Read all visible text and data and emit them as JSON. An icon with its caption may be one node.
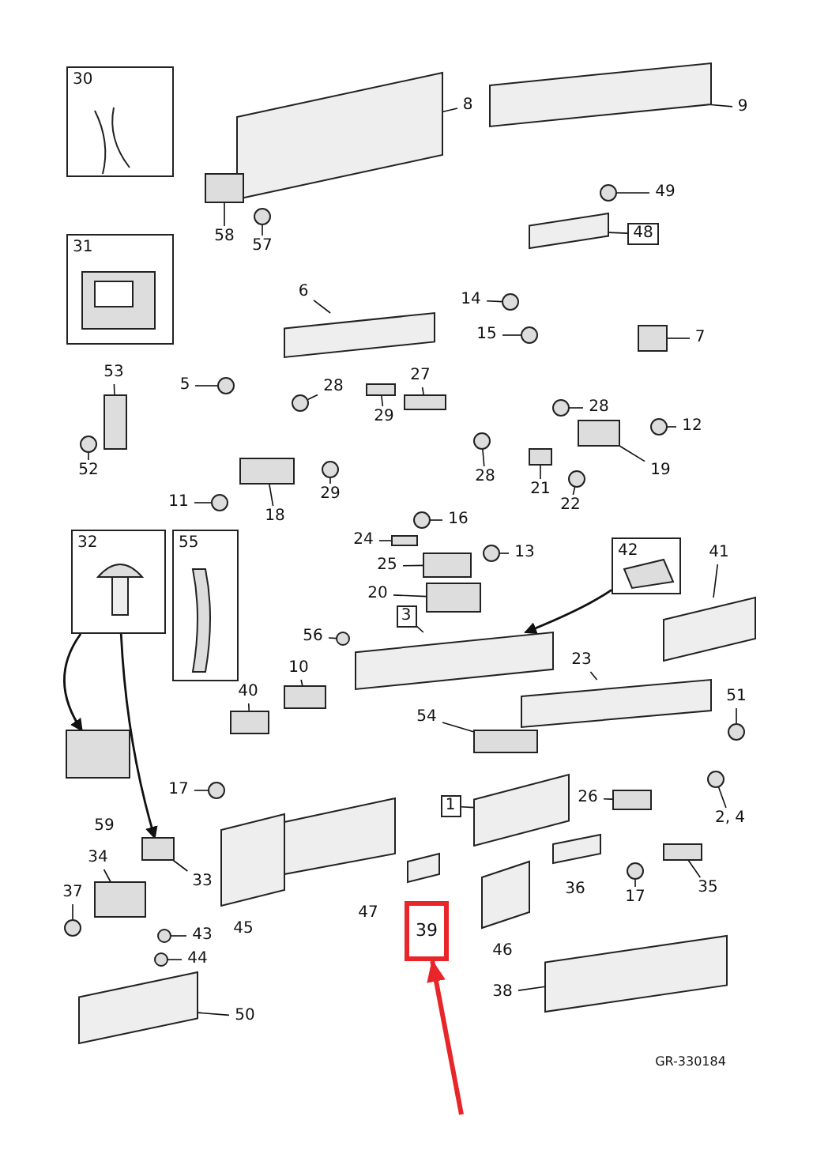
{
  "diagram": {
    "nodes": [
      {
        "text": [
          "30"
        ]
      },
      {
        "text": [
          "8"
        ]
      },
      {
        "text": [
          "9"
        ]
      },
      {
        "text": [
          "31"
        ]
      },
      {
        "text": [
          "58"
        ]
      },
      {
        "text": [
          "57"
        ]
      },
      {
        "text": [
          "49"
        ]
      },
      {
        "text": [
          "48"
        ]
      },
      {
        "text": [
          "6"
        ]
      },
      {
        "text": [
          "14"
        ]
      },
      {
        "text": [
          "15"
        ]
      },
      {
        "text": [
          "7"
        ]
      },
      {
        "text": [
          "5"
        ]
      },
      {
        "text": [
          "28"
        ]
      },
      {
        "text": [
          "27"
        ]
      },
      {
        "text": [
          "53"
        ]
      },
      {
        "text": [
          "28"
        ]
      },
      {
        "text": [
          "29"
        ]
      },
      {
        "text": [
          "12"
        ]
      },
      {
        "text": [
          "52"
        ]
      },
      {
        "text": [
          "28"
        ]
      },
      {
        "text": [
          "21"
        ]
      },
      {
        "text": [
          "22"
        ]
      },
      {
        "text": [
          "19"
        ]
      },
      {
        "text": [
          "11"
        ]
      },
      {
        "text": [
          "18"
        ]
      },
      {
        "text": [
          "29"
        ]
      },
      {
        "text": [
          "32"
        ]
      },
      {
        "text": [
          "55"
        ]
      },
      {
        "text": [
          "16"
        ]
      },
      {
        "text": [
          "24"
        ]
      },
      {
        "text": [
          "13"
        ]
      },
      {
        "text": [
          "42"
        ]
      },
      {
        "text": [
          "41"
        ]
      },
      {
        "text": [
          "25"
        ]
      },
      {
        "text": [
          "20"
        ]
      },
      {
        "text": [
          "3"
        ]
      },
      {
        "text": [
          "56"
        ]
      },
      {
        "text": [
          "10"
        ]
      },
      {
        "text": [
          "23"
        ]
      },
      {
        "text": [
          "40"
        ]
      },
      {
        "text": [
          "54"
        ]
      },
      {
        "text": [
          "51"
        ]
      },
      {
        "text": [
          "17"
        ]
      },
      {
        "text": [
          "1"
        ]
      },
      {
        "text": [
          "26"
        ]
      },
      {
        "text": [
          "2, 4"
        ]
      },
      {
        "text": [
          "34"
        ]
      },
      {
        "text": [
          "33"
        ]
      },
      {
        "text": [
          "37"
        ]
      },
      {
        "text": [
          "43"
        ]
      },
      {
        "text": [
          "44"
        ]
      },
      {
        "text": [
          "17"
        ]
      },
      {
        "text": [
          "35"
        ]
      },
      {
        "text": [
          "39"
        ]
      },
      {
        "text": [
          "50"
        ]
      },
      {
        "text": [
          "38"
        ]
      },
      {
        "text": [],
        "shape": "parallelogram"
      },
      {
        "text": [],
        "shape": "parallelogram"
      },
      {
        "text": [],
        "shape": "box"
      },
      {
        "text": [],
        "shape": "circle"
      },
      {
        "text": [],
        "shape": "circle"
      },
      {
        "text": [],
        "shape": "parallelogram"
      },
      {
        "text": [],
        "shape": "parallelogram"
      },
      {
        "text": [],
        "shape": "circle"
      },
      {
        "text": [],
        "shape": "circle"
      },
      {
        "text": [],
        "shape": "box"
      },
      {
        "text": [],
        "shape": "circle"
      },
      {
        "text": [],
        "shape": "circle"
      },
      {
        "text": [],
        "shape": "box"
      },
      {
        "text": [],
        "shape": "box"
      },
      {
        "text": [],
        "shape": "circle"
      },
      {
        "text": [],
        "shape": "box"
      },
      {
        "text": [],
        "shape": "circle"
      },
      {
        "text": [],
        "shape": "circle"
      },
      {
        "text": [],
        "shape": "circle"
      },
      {
        "text": [],
        "shape": "box"
      },
      {
        "text": [],
        "shape": "circle"
      },
      {
        "text": [],
        "shape": "box"
      },
      {
        "text": [],
        "shape": "circle"
      },
      {
        "text": [],
        "shape": "box"
      },
      {
        "text": [],
        "shape": "circle"
      },
      {
        "text": [],
        "shape": "circle"
      },
      {
        "text": [],
        "shape": "box"
      },
      {
        "text": [],
        "shape": "circle"
      },
      {
        "text": [],
        "shape": "parallelogram"
      },
      {
        "text": [],
        "shape": "box"
      },
      {
        "text": [],
        "shape": "box"
      },
      {
        "text": [],
        "shape": "parallelogram"
      },
      {
        "text": [],
        "shape": "circle"
      },
      {
        "text": [],
        "shape": "box"
      },
      {
        "text": [],
        "shape": "parallelogram"
      },
      {
        "text": [],
        "shape": "box"
      },
      {
        "text": [],
        "shape": "box"
      },
      {
        "text": [],
        "shape": "circle"
      },
      {
        "text": [],
        "shape": "circle"
      },
      {
        "text": [],
        "shape": "parallelogram"
      },
      {
        "text": [],
        "shape": "box"
      },
      {
        "text": [],
        "shape": "circle"
      },
      {
        "text": [],
        "shape": "box"
      },
      {
        "text": [],
        "shape": "box"
      },
      {
        "text": [],
        "shape": "circle"
      },
      {
        "text": [],
        "shape": "circle"
      },
      {
        "text": [],
        "shape": "circle"
      },
      {
        "text": [],
        "shape": "circle"
      },
      {
        "text": [],
        "shape": "box"
      },
      {
        "text": [],
        "shape": "parallelogram"
      },
      {
        "text": [],
        "shape": "parallelogram"
      },
      {
        "text": [],
        "shape": "box"
      }
    ],
    "edges": [
      {
        "from": 1,
        "to": 57,
        "arrow": "none"
      },
      {
        "from": 2,
        "to": 58,
        "arrow": "none"
      },
      {
        "from": 4,
        "to": 59,
        "arrow": "none"
      },
      {
        "from": 5,
        "to": 60,
        "arrow": "none"
      },
      {
        "from": 6,
        "to": 61,
        "arrow": "none"
      },
      {
        "from": 7,
        "to": 62,
        "arrow": "none"
      },
      {
        "from": 8,
        "to": 63,
        "arrow": "none"
      },
      {
        "from": 9,
        "to": 64,
        "arrow": "none"
      },
      {
        "from": 10,
        "to": 65,
        "arrow": "none"
      },
      {
        "from": 11,
        "to": 66,
        "arrow": "none"
      },
      {
        "from": 12,
        "to": 67,
        "arrow": "none"
      },
      {
        "from": 13,
        "to": 68,
        "arrow": "none"
      },
      {
        "from": 14,
        "to": 69,
        "arrow": "none"
      },
      {
        "from": 15,
        "to": 70,
        "arrow": "none"
      },
      {
        "from": 16,
        "to": 71,
        "arrow": "none"
      },
      {
        "from": 17,
        "to": 72,
        "arrow": "none"
      },
      {
        "from": 18,
        "to": 73,
        "arrow": "none"
      },
      {
        "from": 19,
        "to": 74,
        "arrow": "none"
      },
      {
        "from": 20,
        "to": 75,
        "arrow": "none"
      },
      {
        "from": 21,
        "to": 76,
        "arrow": "none"
      },
      {
        "from": 22,
        "to": 77,
        "arrow": "none"
      },
      {
        "from": 23,
        "to": 78,
        "arrow": "none"
      },
      {
        "from": 24,
        "to": 79,
        "arrow": "none"
      },
      {
        "from": 25,
        "to": 80,
        "arrow": "none"
      },
      {
        "from": 26,
        "to": 81,
        "arrow": "none"
      },
      {
        "from": 29,
        "to": 82,
        "arrow": "none"
      },
      {
        "from": 30,
        "to": 83,
        "arrow": "none"
      },
      {
        "from": 31,
        "to": 84,
        "arrow": "none"
      },
      {
        "from": 33,
        "to": 85,
        "arrow": "none"
      },
      {
        "from": 34,
        "to": 86,
        "arrow": "none"
      },
      {
        "from": 35,
        "to": 87,
        "arrow": "none"
      },
      {
        "from": 36,
        "to": 88,
        "arrow": "none"
      },
      {
        "from": 37,
        "to": 89,
        "arrow": "none"
      },
      {
        "from": 38,
        "to": 90,
        "arrow": "none"
      },
      {
        "from": 39,
        "to": 91,
        "arrow": "none"
      },
      {
        "from": 40,
        "to": 92,
        "arrow": "none"
      },
      {
        "from": 41,
        "to": 93,
        "arrow": "none"
      },
      {
        "from": 42,
        "to": 94,
        "arrow": "none"
      },
      {
        "from": 43,
        "to": 95,
        "arrow": "none"
      },
      {
        "from": 44,
        "to": 96,
        "arrow": "none"
      },
      {
        "from": 45,
        "to": 97,
        "arrow": "none"
      },
      {
        "from": 46,
        "to": 98,
        "arrow": "none"
      },
      {
        "from": 47,
        "to": 99,
        "arrow": "none"
      },
      {
        "from": 48,
        "to": 100,
        "arrow": "none"
      },
      {
        "from": 49,
        "to": 101,
        "arrow": "none"
      },
      {
        "from": 50,
        "to": 102,
        "arrow": "none"
      },
      {
        "from": 51,
        "to": 103,
        "arrow": "none"
      },
      {
        "from": 52,
        "to": 104,
        "arrow": "none"
      },
      {
        "from": 53,
        "to": 105,
        "arrow": "none"
      },
      {
        "from": 55,
        "to": 106,
        "arrow": "none"
      },
      {
        "from": 56,
        "to": 107,
        "arrow": "none"
      },
      {
        "from": 27,
        "to": 108,
        "arrow": "to"
      },
      {
        "from": 27,
        "to": 100,
        "arrow": "to"
      },
      {
        "from": 32,
        "to": 88,
        "arrow": "to"
      },
      {
        "from": null,
        "to": 54,
        "arrow": "to",
        "style": "thick",
        "color": "#e8262a"
      }
    ],
    "labels": [
      "59",
      "45",
      "47",
      "46",
      "36",
      "GR-330184"
    ]
  }
}
